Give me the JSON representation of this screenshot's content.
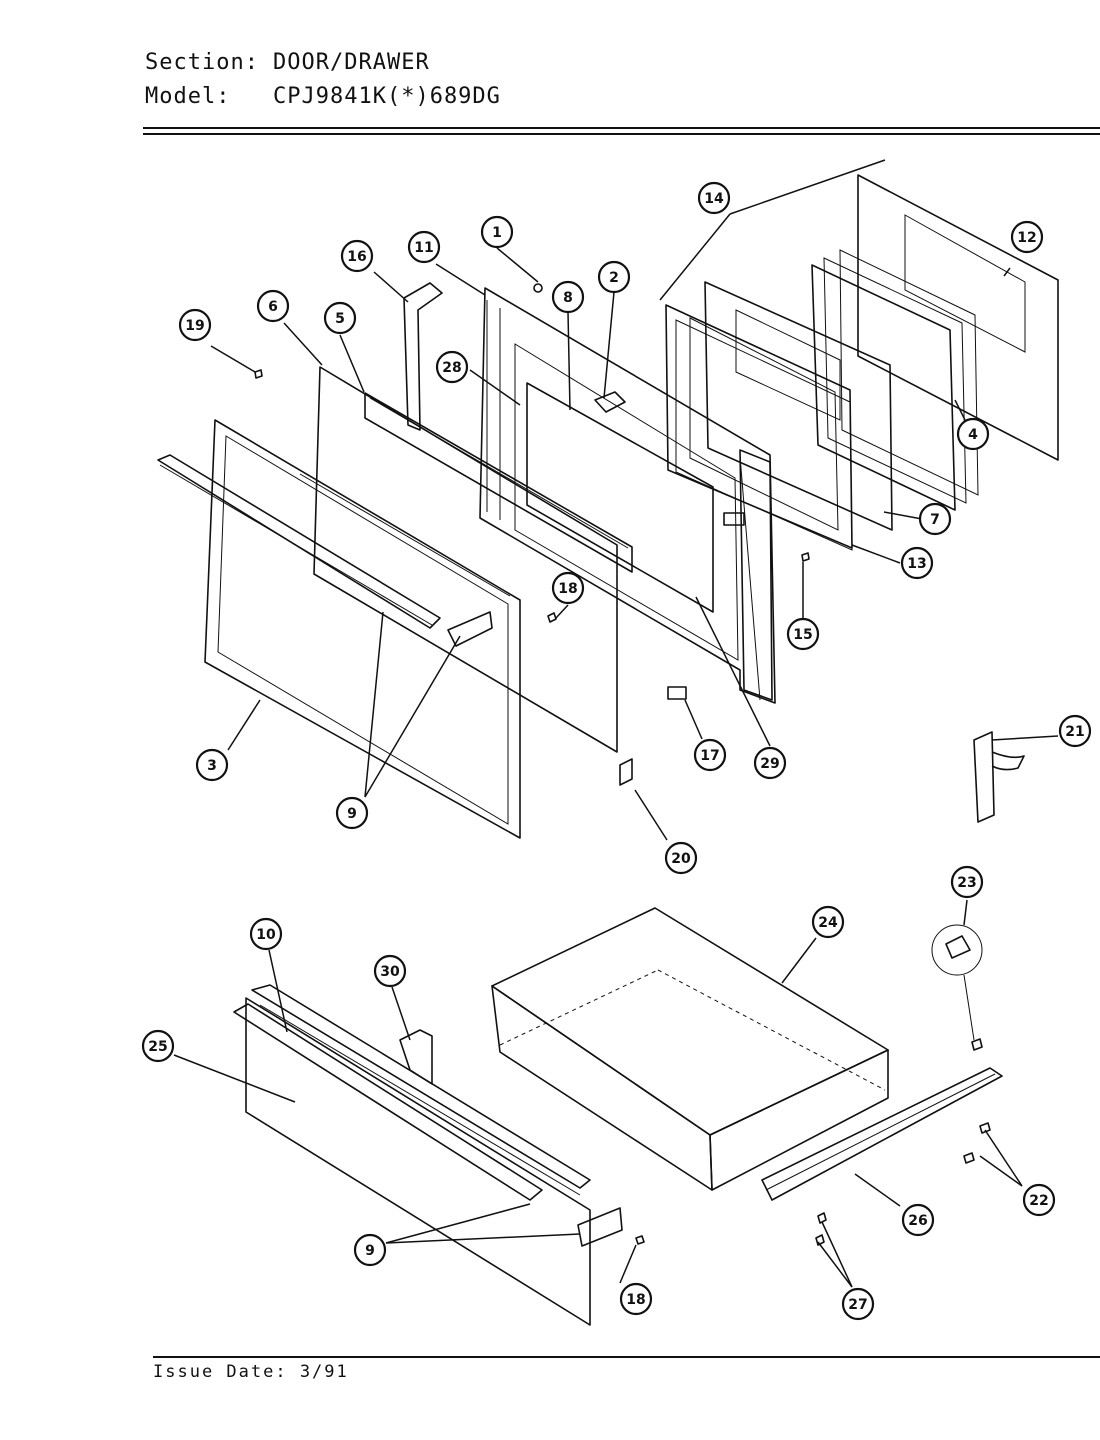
{
  "header": {
    "section_label": "Section:",
    "section_value": "DOOR/DRAWER",
    "model_label": "Model:",
    "model_value": "CPJ9841K(*)689DG"
  },
  "footer": {
    "issue_date": "Issue Date: 3/91"
  },
  "callouts": [
    {
      "id": "c1",
      "label": "1"
    },
    {
      "id": "c2",
      "label": "2"
    },
    {
      "id": "c3",
      "label": "3"
    },
    {
      "id": "c4",
      "label": "4"
    },
    {
      "id": "c5",
      "label": "5"
    },
    {
      "id": "c6",
      "label": "6"
    },
    {
      "id": "c7",
      "label": "7"
    },
    {
      "id": "c8",
      "label": "8"
    },
    {
      "id": "c9a",
      "label": "9"
    },
    {
      "id": "c9b",
      "label": "9"
    },
    {
      "id": "c10",
      "label": "10"
    },
    {
      "id": "c11",
      "label": "11"
    },
    {
      "id": "c12",
      "label": "12"
    },
    {
      "id": "c13",
      "label": "13"
    },
    {
      "id": "c14",
      "label": "14"
    },
    {
      "id": "c15",
      "label": "15"
    },
    {
      "id": "c16",
      "label": "16"
    },
    {
      "id": "c17",
      "label": "17"
    },
    {
      "id": "c18a",
      "label": "18"
    },
    {
      "id": "c18b",
      "label": "18"
    },
    {
      "id": "c19",
      "label": "19"
    },
    {
      "id": "c20",
      "label": "20"
    },
    {
      "id": "c21",
      "label": "21"
    },
    {
      "id": "c22",
      "label": "22"
    },
    {
      "id": "c23",
      "label": "23"
    },
    {
      "id": "c24",
      "label": "24"
    },
    {
      "id": "c25",
      "label": "25"
    },
    {
      "id": "c26",
      "label": "26"
    },
    {
      "id": "c27",
      "label": "27"
    },
    {
      "id": "c28",
      "label": "28"
    },
    {
      "id": "c29",
      "label": "29"
    },
    {
      "id": "c30",
      "label": "30"
    }
  ]
}
